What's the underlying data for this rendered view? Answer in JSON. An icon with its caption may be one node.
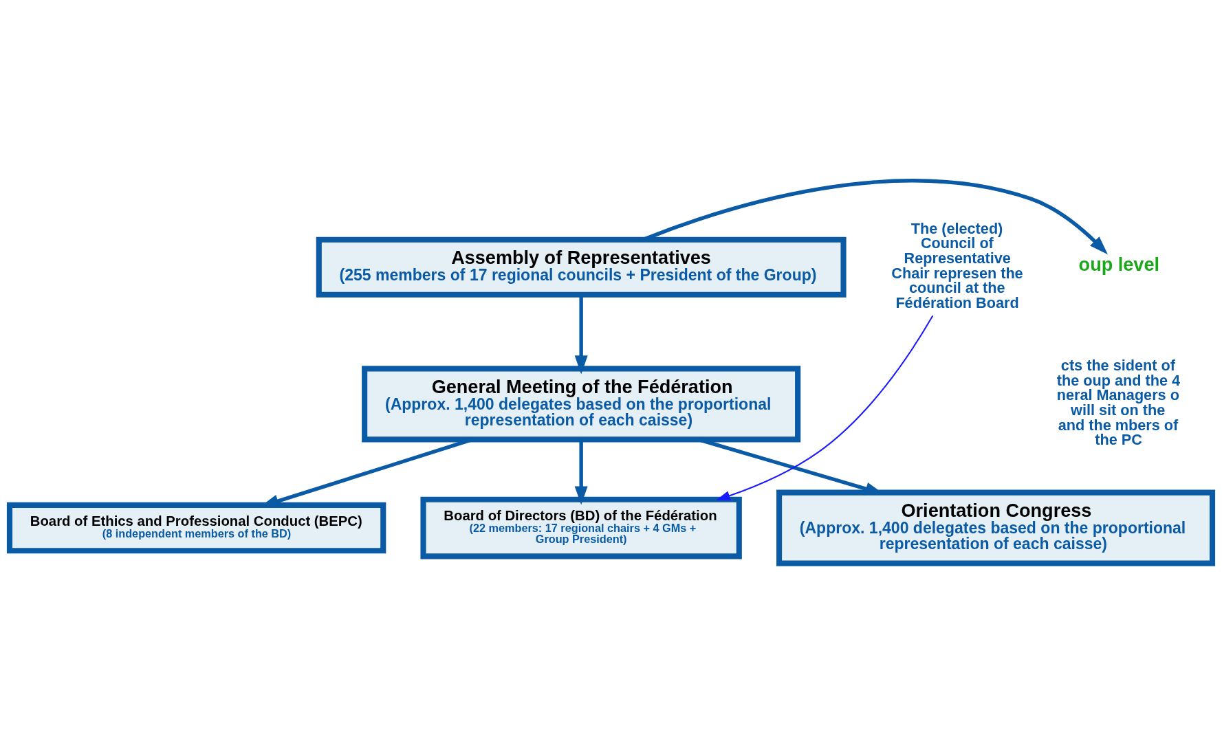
{
  "diagram": {
    "nodes": [
      {
        "text": [
          "Assembly of Representatives",
          "(255 members of 17 regional councils + President of the Group)"
        ]
      },
      {
        "text": [
          "oup level"
        ]
      },
      {
        "text": [
          "General Meeting of the Fédération",
          "(Approx. 1,400 delegates based on the proportional representation of each caisse)"
        ]
      },
      {
        "text": [
          "Board of Ethics and Professional Conduct (BEPC)",
          "(8 independent members of the BD)"
        ]
      },
      {
        "text": [
          "Board of Directors (BD) of the Fédération",
          "(22 members: 17 regional chairs + 4 GMs + Group President)"
        ]
      },
      {
        "text": [
          "Orientation Congress",
          "(Approx. 1,400 delegates based on the proportional representation of each caisse)"
        ]
      },
      {
        "text": [
          "The (elected) Council of Representative Chair represen the council at the Fédération Board"
        ]
      }
    ],
    "edges": [
      {
        "from": 0,
        "to": 1,
        "arrow": "to"
      },
      {
        "from": 0,
        "to": 2,
        "arrow": "to"
      },
      {
        "from": 2,
        "to": 3,
        "arrow": "to"
      },
      {
        "from": 2,
        "to": 4,
        "arrow": "to"
      },
      {
        "from": 2,
        "to": 5,
        "arrow": "to"
      },
      {
        "from": 6,
        "to": 4,
        "arrow": "to",
        "color": "#1a1aff"
      }
    ],
    "labels": [
      "cts the sident of the oup and the 4 neral Managers o will sit on the and the mbers of the PC"
    ]
  }
}
